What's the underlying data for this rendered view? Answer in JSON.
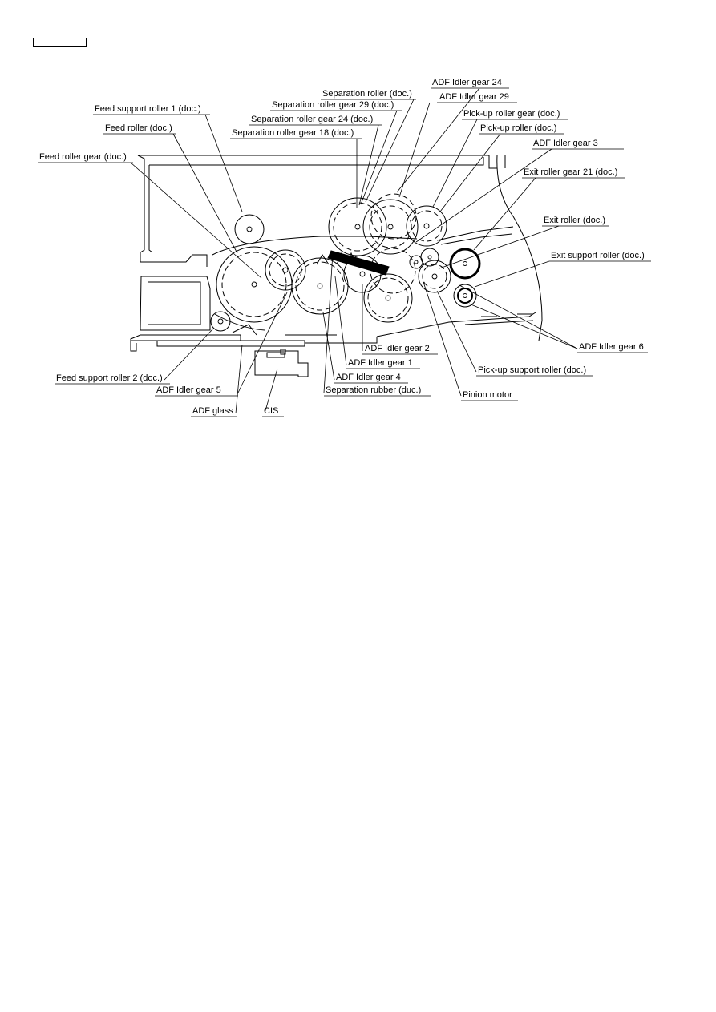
{
  "diagram": {
    "labels": {
      "separation_roller": "Separation roller (doc.)",
      "adf_idler_gear_24": "ADF Idler gear 24",
      "adf_idler_gear_29": "ADF Idler gear 29",
      "feed_support_roller_1": "Feed support roller 1 (doc.)",
      "separation_roller_gear_29": "Separation roller gear 29 (doc.)",
      "pickup_roller_gear": "Pick-up roller gear (doc.)",
      "separation_roller_gear_24": "Separation roller gear 24 (doc.)",
      "feed_roller": "Feed roller (doc.)",
      "pickup_roller": "Pick-up roller (doc.)",
      "separation_roller_gear_18": "Separation roller gear 18 (doc.)",
      "adf_idler_gear_3": "ADF Idler gear 3",
      "feed_roller_gear": "Feed roller gear (doc.)",
      "exit_roller_gear_21": "Exit roller gear 21 (doc.)",
      "exit_roller": "Exit roller (doc.)",
      "exit_support_roller": "Exit support roller (doc.)",
      "adf_idler_gear_2": "ADF Idler gear 2",
      "adf_idler_gear_6": "ADF Idler gear 6",
      "adf_idler_gear_1": "ADF Idler gear 1",
      "pickup_support_roller": "Pick-up support roller (doc.)",
      "feed_support_roller_2": "Feed support roller 2 (doc.)",
      "adf_idler_gear_4": "ADF Idler gear 4",
      "adf_idler_gear_5": "ADF Idler gear 5",
      "separation_rubber": "Separation rubber (duc.)",
      "pinion_motor": "Pinion motor",
      "adf_glass": "ADF glass",
      "cis": "CIS"
    }
  }
}
